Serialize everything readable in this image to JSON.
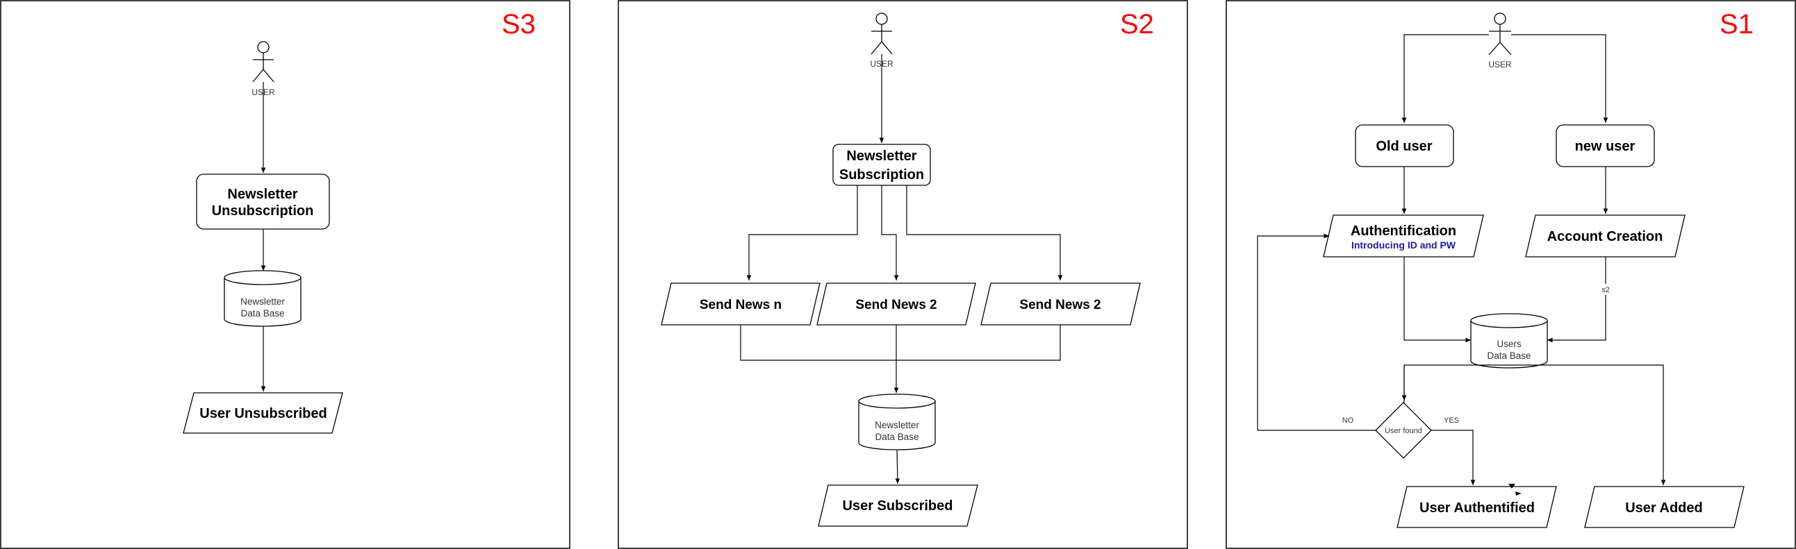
{
  "colors": {
    "panel_label": "#ff0000",
    "sub_label": "#1a1aa6",
    "stroke": "#000000",
    "background": "#ffffff"
  },
  "panels": [
    {
      "id": "S3",
      "label": "S3",
      "actor": "USER",
      "subscription_box": "Newsletter Unsubscription",
      "database": "Newsletter Data Base",
      "result": "User Unsubscribed"
    },
    {
      "id": "S2",
      "label": "S2",
      "actor": "USER",
      "subscription_box": "Newsletter Subscription",
      "send_items": [
        "Send News n",
        "Send News 2",
        "Send News 2"
      ],
      "database": "Newsletter Data Base",
      "result": "User Subscribed"
    },
    {
      "id": "S1",
      "label": "S1",
      "actor": "USER",
      "old_user": "Old user",
      "new_user": "new user",
      "authentification": "Authentification",
      "authentification_sub": "Introducing ID and PW",
      "account_creation": "Account Creation",
      "edge_label_s2": "s2",
      "database": "Users Data Base",
      "decision": "User found",
      "no_label": "NO",
      "yes_label": "YES",
      "result_authenticated": "User Authentified",
      "result_added": "User Added"
    }
  ]
}
